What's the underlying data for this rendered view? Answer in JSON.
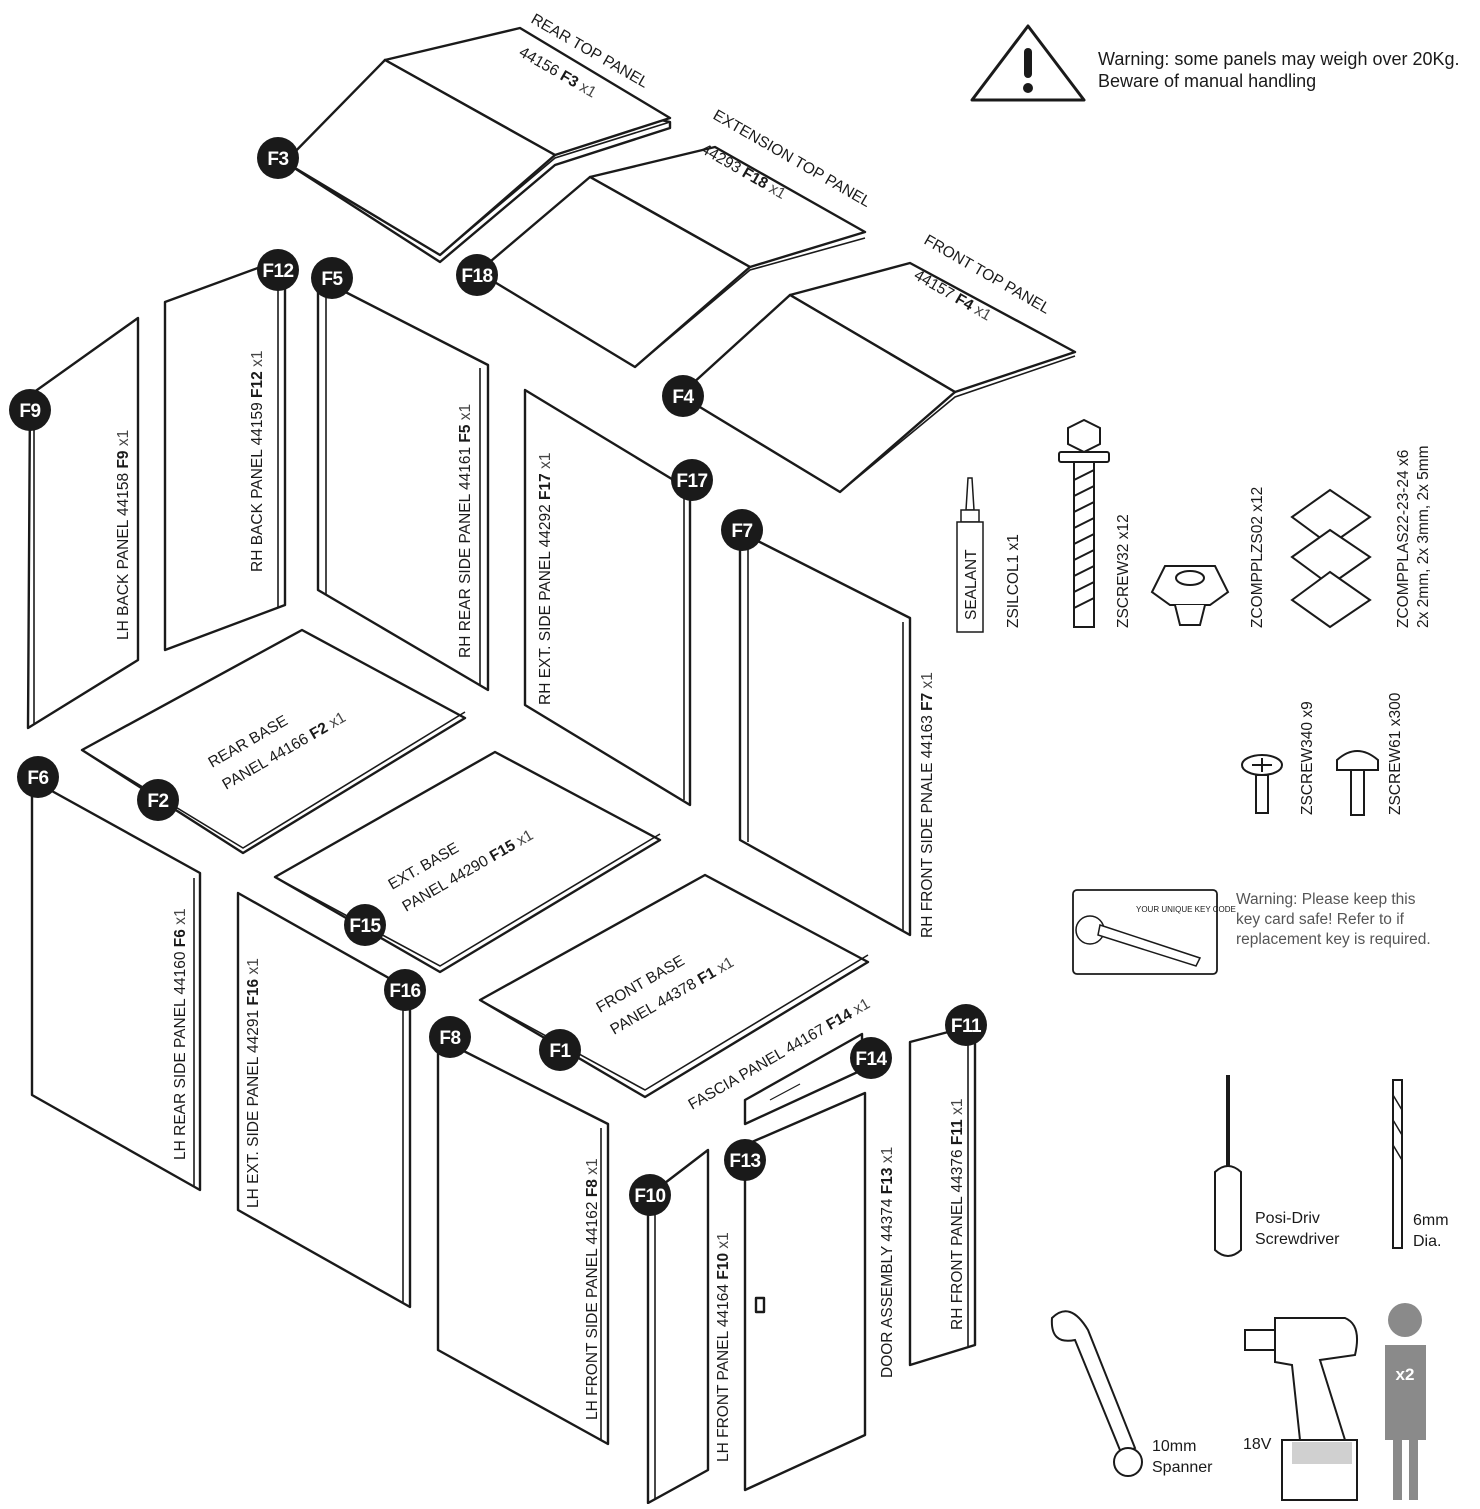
{
  "warnings": {
    "weight": "Warning: some panels may weigh over 20Kg. Beware of manual handling",
    "key_card": "Warning: Please keep this key card safe! Refer to if replacement key is required.",
    "key_card_title": "YOUR UNIQUE KEY CODE"
  },
  "panels": [
    {
      "id": "F3",
      "name": "REAR TOP PANEL",
      "code": "44156",
      "qty": "x1"
    },
    {
      "id": "F18",
      "name": "EXTENSION TOP PANEL",
      "code": "44293",
      "qty": "x1"
    },
    {
      "id": "F4",
      "name": "FRONT TOP PANEL",
      "code": "44157",
      "qty": "x1"
    },
    {
      "id": "F9",
      "name": "LH BACK PANEL 44158",
      "qty": "x1"
    },
    {
      "id": "F12",
      "name": "RH BACK PANEL 44159",
      "qty": "x1"
    },
    {
      "id": "F5",
      "name": "RH REAR SIDE PANEL 44161",
      "qty": "x1"
    },
    {
      "id": "F17",
      "name": "RH EXT. SIDE PANEL 44292",
      "qty": "x1"
    },
    {
      "id": "F7",
      "name": "RH FRONT SIDE PNALE 44163",
      "qty": "x1"
    },
    {
      "id": "F2",
      "name1": "REAR BASE",
      "name2": "PANEL 44166",
      "qty": "x1"
    },
    {
      "id": "F15",
      "name1": "EXT. BASE",
      "name2": "PANEL 44290",
      "qty": "x1"
    },
    {
      "id": "F1",
      "name1": "FRONT BASE",
      "name2": "PANEL 44378",
      "qty": "x1"
    },
    {
      "id": "F6",
      "name": "LH REAR SIDE PANEL 44160",
      "qty": "x1"
    },
    {
      "id": "F16",
      "name": "LH EXT. SIDE PANEL 44291",
      "qty": "x1"
    },
    {
      "id": "F8",
      "name": "LH FRONT SIDE PANEL 44162",
      "qty": "x1"
    },
    {
      "id": "F10",
      "name": "LH FRONT PANEL 44164",
      "qty": "x1"
    },
    {
      "id": "F13",
      "name": "DOOR ASSEMBLY 44374",
      "qty": "x1"
    },
    {
      "id": "F14",
      "name": "FASCIA PANEL 44167",
      "qty": "x1"
    },
    {
      "id": "F11",
      "name": "RH FRONT PANEL 44376",
      "qty": "x1"
    }
  ],
  "hardware": {
    "sealant": {
      "name": "SEALANT",
      "code": "ZSILCOL1",
      "qty": "x1"
    },
    "zscrew32": {
      "code": "ZSCREW32",
      "qty": "x12"
    },
    "zcompplzs02": {
      "code": "ZCOMPPLZS02",
      "qty": "x12"
    },
    "zcompplas": {
      "code": "ZCOMPPLAS22-23-24",
      "qty": "x6",
      "detail": "2x 2mm, 2x 3mm, 2x 5mm"
    },
    "zscrew340": {
      "code": "ZSCREW340",
      "qty": "x9"
    },
    "zscrew61": {
      "code": "ZSCREW61",
      "qty": "x300"
    }
  },
  "tools": {
    "screwdriver_1": "Posi-Driv",
    "screwdriver_2": "Screwdriver",
    "drillbit_1": "6mm",
    "drillbit_2": "Dia.",
    "spanner_1": "10mm",
    "spanner_2": "Spanner",
    "drill": "18V",
    "people": "x2"
  }
}
